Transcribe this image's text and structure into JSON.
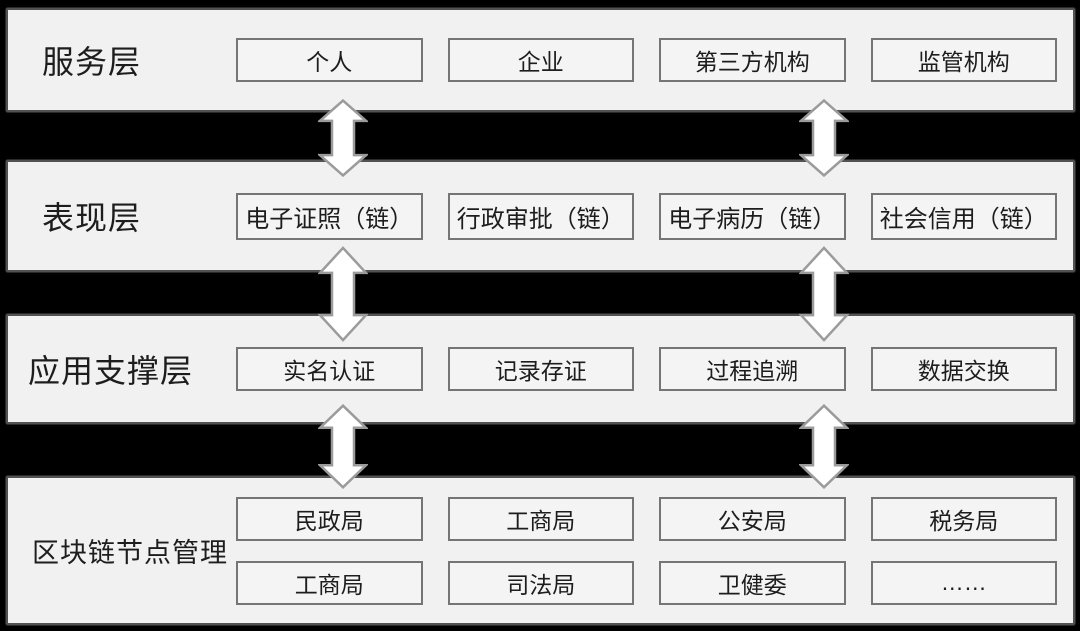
{
  "colors": {
    "background": "#000000",
    "panel_fill": "#f1f1f1",
    "panel_border": "#525252",
    "box_fill": "#f4f4f4",
    "box_border": "#757575",
    "text": "#1d1d1d",
    "arrow_fill": "#ffffff",
    "arrow_border": "#9b9b9b"
  },
  "icons": {
    "connector": "up-down-arrow"
  },
  "layers": [
    {
      "label": "服务层",
      "boxes": [
        "个人",
        "企业",
        "第三方机构",
        "监管机构"
      ]
    },
    {
      "label": "表现层",
      "boxes": [
        "电子证照（链）",
        "行政审批（链）",
        "电子病历（链）",
        "社会信用（链）"
      ]
    },
    {
      "label": "应用支撑层",
      "boxes": [
        "实名认证",
        "记录存证",
        "过程追溯",
        "数据交换"
      ]
    },
    {
      "label": "区块链节点管理",
      "rows": [
        [
          "民政局",
          "工商局",
          "公安局",
          "税务局"
        ],
        [
          "工商局",
          "司法局",
          "卫健委",
          "……"
        ]
      ]
    }
  ]
}
